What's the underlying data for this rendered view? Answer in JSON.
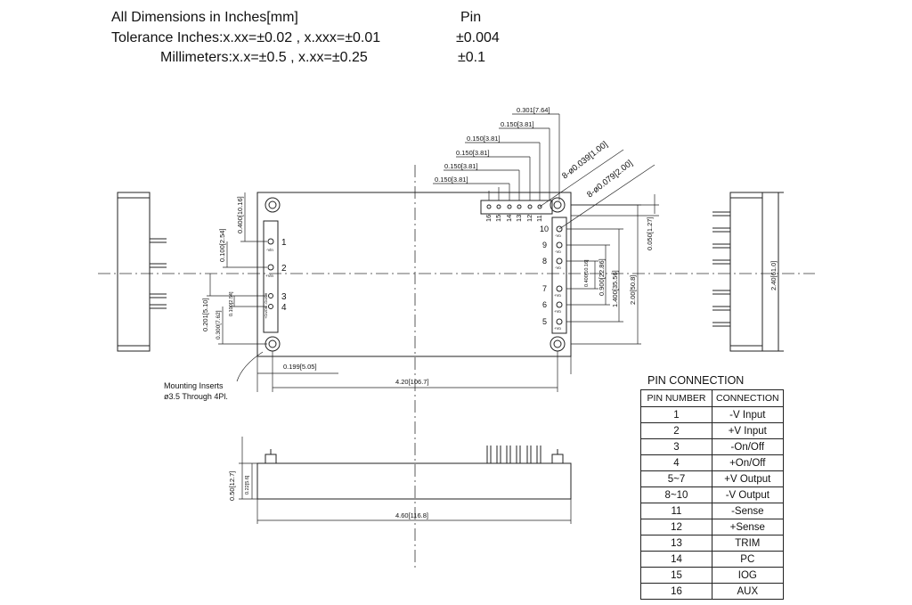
{
  "header": {
    "line1_left": "All Dimensions in Inches[mm]",
    "line1_right": "Pin",
    "line2_left": "Tolerance Inches:x.xx=±0.02 , x.xxx=±0.01",
    "line2_right": "±0.004",
    "line3_left": "Millimeters:x.x=±0.5 , x.xx=±0.25",
    "line3_right": "±0.1"
  },
  "dimensions": {
    "pin_spacing_top": "0.301[7.64]",
    "pin_spacing_a": "0.150[3.81]",
    "pin_spacing_b": "0.150[3.81]",
    "pin_spacing_c": "0.150[3.81]",
    "pin_spacing_d": "0.150[3.81]",
    "pin_spacing_e": "0.150[3.81]",
    "pin_dia_small": "8-ø0.039[1.00]",
    "pin_dia_large": "8-ø0.079[2.00]",
    "left_0400": "0.400[10.16]",
    "left_0100": "0.100[2.54]",
    "left_0201": "0.201[5.10]",
    "left_0100b": "0.100[2.54]",
    "left_0300": "0.300[7.62]",
    "bottom_0199": "0.199[5.05]",
    "width_420": "4.20[106.7]",
    "right_0050": "0.050[1.27]",
    "right_0400": "0.400[10.16]",
    "right_0900": "0.900[22.86]",
    "right_1400": "1.400[35.56]",
    "right_200": "2.00[50.8]",
    "side_240": "2.40[61.0]",
    "height_050": "0.50[12.7]",
    "height_022": "0.22[5.6]",
    "length_460": "4.60[116.8]",
    "mounting_note_1": "Mounting Inserts",
    "mounting_note_2": "ø3.5 Through 4Pl."
  },
  "pin_labels_left": [
    "1",
    "2",
    "3",
    "4"
  ],
  "pin_marks_left": [
    "-Vin",
    "+Vin",
    "-On/Off",
    "+On/Off"
  ],
  "pin_labels_right": [
    "10",
    "9",
    "8",
    "7",
    "6",
    "5"
  ],
  "pin_marks_right": [
    "-Vo",
    "-Vo",
    "-Vo",
    "+Vo",
    "+Vo",
    "+Vo"
  ],
  "pin_labels_top": [
    "16",
    "15",
    "14",
    "13",
    "12",
    "11"
  ],
  "pin_table": {
    "title": "PIN CONNECTION",
    "col1": "PIN NUMBER",
    "col2": "CONNECTION",
    "rows": [
      [
        "1",
        "-V Input"
      ],
      [
        "2",
        "+V Input"
      ],
      [
        "3",
        "-On/Off"
      ],
      [
        "4",
        "+On/Off"
      ],
      [
        "5~7",
        "+V Output"
      ],
      [
        "8~10",
        "-V Output"
      ],
      [
        "11",
        "-Sense"
      ],
      [
        "12",
        "+Sense"
      ],
      [
        "13",
        "TRIM"
      ],
      [
        "14",
        "PC"
      ],
      [
        "15",
        "IOG"
      ],
      [
        "16",
        "AUX"
      ]
    ]
  }
}
